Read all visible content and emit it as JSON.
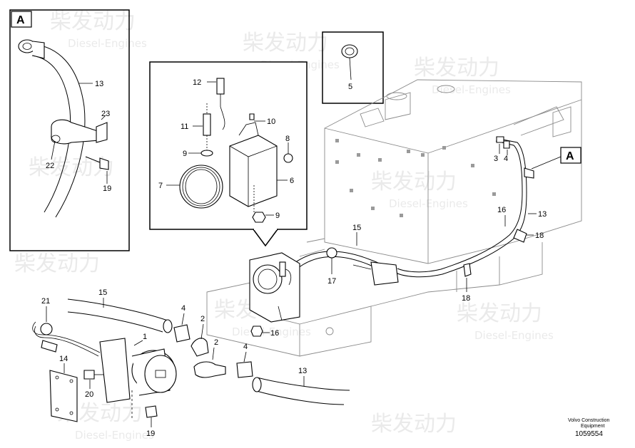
{
  "watermark": {
    "brand_cn": "柴发动力",
    "brand_en": "Diesel-Engines"
  },
  "details": {
    "detail_a_letter": "A",
    "callout_a_letter": "A"
  },
  "callouts": {
    "d13": "13",
    "d23": "23",
    "d22": "22",
    "d19": "19",
    "p5": "5",
    "i12": "12",
    "i11": "11",
    "i10": "10",
    "i9a": "9",
    "i8": "8",
    "i7": "7",
    "i6": "6",
    "i9b": "9",
    "r3": "3",
    "r4": "4",
    "r16": "16",
    "r13": "13",
    "r18": "18",
    "r15": "15",
    "r17": "17",
    "r18b": "18",
    "r16b": "16",
    "l21": "21",
    "l15": "15",
    "l4a": "4",
    "l2a": "2",
    "l1": "1",
    "l2b": "2",
    "l4b": "4",
    "l14": "14",
    "l20": "20",
    "l13": "13",
    "l19": "19"
  },
  "footer": {
    "line1": "Volvo Construction",
    "line2": "Equipment",
    "number": "1059554"
  }
}
